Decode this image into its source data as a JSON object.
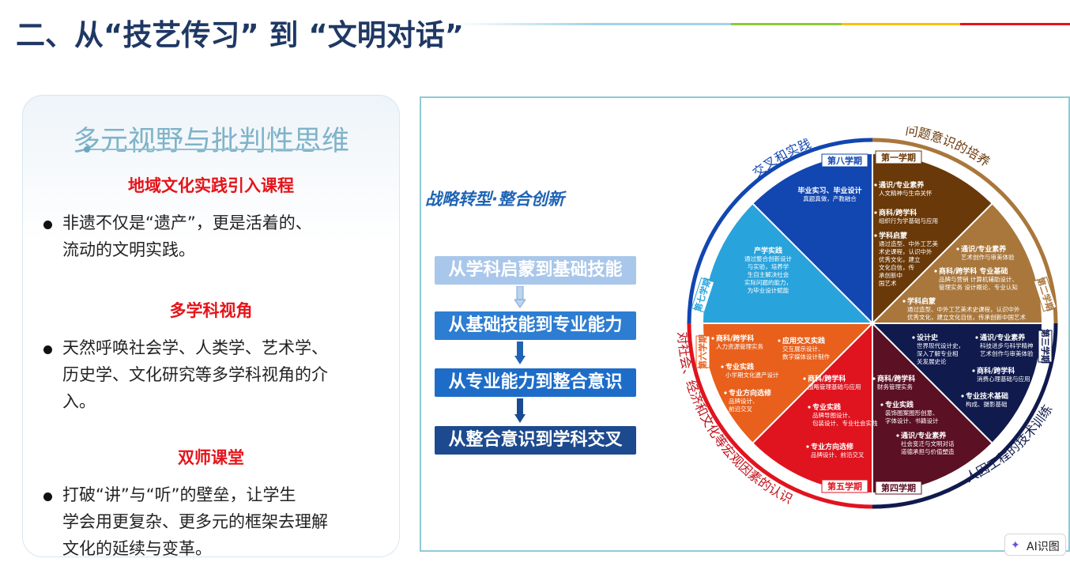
{
  "title": "二、从“技艺传习” 到 “文明对话”",
  "left_card": {
    "heading": "多元视野与批判性思维",
    "sections": [
      {
        "subtitle": "地域文化实践引入课程",
        "bullet": [
          "非遗不仅是“遗产”，更是活着的、",
          "流动的文明实践。"
        ]
      },
      {
        "subtitle": "多学科视角",
        "bullet": [
          "天然呼唤社会学、人类学、艺术学、",
          "历史学、文化研究等多学科视角的介",
          "入。"
        ]
      },
      {
        "subtitle": "双师课堂",
        "bullet": [
          "打破“讲”与“听”的壁垒，让学生",
          "学会用更复杂、更多元的框架去理解",
          "文化的延续与变革。"
        ]
      }
    ]
  },
  "diagram": {
    "strategy": "战略转型·整合创新",
    "flow": [
      "从学科启蒙到基础技能",
      "从基础技能到专业能力",
      "从专业能力到整合意识",
      "从整合意识到学科交叉"
    ],
    "outer_labels": [
      "交叉和实践",
      "问题意识的培养",
      "人因工程的技术训练",
      "对社会、经济和文化等宏观因素的认识"
    ],
    "semesters": [
      "第一学期",
      "第二学期",
      "第三学期",
      "第四学期",
      "第五学期",
      "第六学期",
      "第七学期",
      "第八学期"
    ],
    "segments": {
      "s1": [
        {
          "head": "通识/专业素养",
          "lines": [
            "人文精神与生命关怀"
          ]
        },
        {
          "head": "商科/跨学科",
          "lines": [
            "组织行为学基础与应用"
          ]
        },
        {
          "head": "学科启蒙",
          "lines": [
            "通过造型、中外工艺美",
            "术史课程，认识中外",
            "优秀文化，建立",
            "文化自信，传",
            "承创新中",
            "国艺术"
          ]
        }
      ],
      "s2": [
        {
          "head": "通识/专业素养",
          "lines": [
            "艺术创作与审美体验"
          ]
        },
        {
          "head": "商科/跨学科  专业基础",
          "lines": [
            "品牌与营销  计算机辅助设计、",
            "管理实务      设计概论、专业认知"
          ]
        },
        {
          "head": "学科启蒙",
          "lines": [
            "通过造型、中外工艺美术史课程，认识中外",
            "优秀文化，建立文化自信，传承创新中国艺术"
          ]
        }
      ],
      "s3": [
        {
          "head": "设计史",
          "lines": [
            "世界现代设计史，",
            "深入了解专业相",
            "关发展史论"
          ]
        },
        {
          "head": "通识/专业素养",
          "lines": [
            "科技进步与科学精神",
            "艺术创作与审美体验"
          ]
        },
        {
          "head": "商科/跨学科",
          "lines": [
            "消费心理基础与应用"
          ]
        },
        {
          "head": "专业技术基础",
          "lines": [
            "构成、摄影基础"
          ]
        }
      ],
      "s4": [
        {
          "head": "商科/跨学科",
          "lines": [
            "财务管理实务"
          ]
        },
        {
          "head": "专业实践",
          "lines": [
            "装饰图案图形创意、",
            "字体设计、书籍设计"
          ]
        },
        {
          "head": "通识/专业素养",
          "lines": [
            "社会变迁与文明对话",
            "道德承担与价值塑造"
          ]
        }
      ],
      "s5": [
        {
          "head": "商科/跨学科",
          "lines": [
            "战略管理基础与应用"
          ]
        },
        {
          "head": "专业实践",
          "lines": [
            "品牌导图设计、",
            "包装设计、专业社会实践"
          ]
        },
        {
          "head": "专业方向选修",
          "lines": [
            "品牌设计、前沿交叉"
          ]
        }
      ],
      "s6": [
        {
          "head": "商科/跨学科",
          "lines": [
            "人力资源管理实务"
          ]
        },
        {
          "head": "应用交叉实践",
          "lines": [
            "交互展示设计、",
            "数字媒体设计制作"
          ]
        },
        {
          "head": "专业实践",
          "lines": [
            "小学期文化遗产设计"
          ]
        },
        {
          "head": "专业方向选修",
          "lines": [
            "品牌设计、",
            "前沿交叉"
          ]
        }
      ],
      "s7": [
        {
          "head": "产学实践",
          "lines": [
            "通过整合创新设计",
            "与实验，培养学",
            "生自主解决社会",
            "实际问题的能力，",
            "为毕业设计赋能"
          ]
        }
      ],
      "s8": [
        {
          "head": "毕业实习、毕业设计",
          "lines": [
            "真题真做，产教融合"
          ]
        }
      ]
    }
  },
  "colors": {
    "title": "#1f3864",
    "accent_red": "#e5141a",
    "s1": "#6a3909",
    "s2": "#a9773c",
    "s3": "#101a4d",
    "s4": "#5b1024",
    "s5": "#e0141f",
    "s6": "#e8601c",
    "s7": "#29a3dc",
    "s8": "#1246b0"
  },
  "widget": {
    "label": "AI识图",
    "icon": "sparkle-icon"
  }
}
